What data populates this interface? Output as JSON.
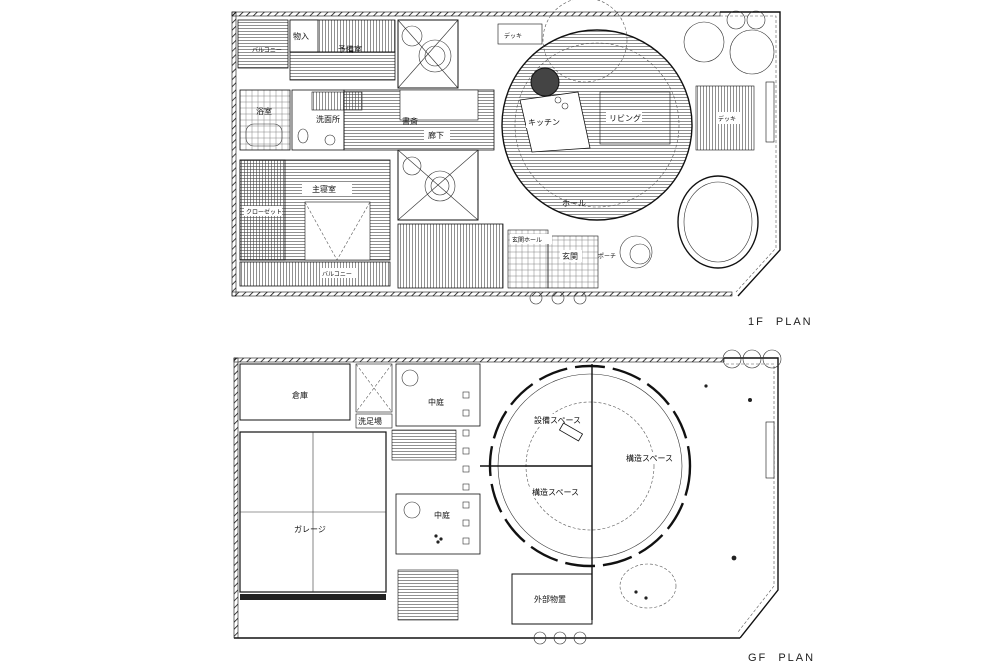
{
  "plans": {
    "first_floor": {
      "title": "1F   PLAN",
      "rooms": {
        "storage_small": "物入",
        "spare_room": "予備室",
        "balcony_top": "バルコニー",
        "bath": "浴室",
        "washroom": "洗面所",
        "study": "書斎",
        "corridor": "廊下",
        "kitchen": "キッチン",
        "living": "リビング",
        "deck_top": "デッキ",
        "deck_right": "デッキ",
        "master_bedroom": "主寝室",
        "closet": "クローゼット",
        "balcony_bottom": "バルコニー",
        "hall": "ホール",
        "entrance_hall": "玄関ホール",
        "entrance": "玄関",
        "porch": "ポーチ"
      }
    },
    "ground_floor": {
      "title": "GF   PLAN",
      "rooms": {
        "warehouse": "倉庫",
        "shoe_washing": "洗足場",
        "courtyard_top": "中庭",
        "equipment_space": "設備スペース",
        "structure_space_right": "構造スペース",
        "structure_space_center": "構造スペース",
        "garage": "ガレージ",
        "courtyard_bottom": "中庭",
        "outdoor_storage": "外部物置"
      }
    }
  }
}
